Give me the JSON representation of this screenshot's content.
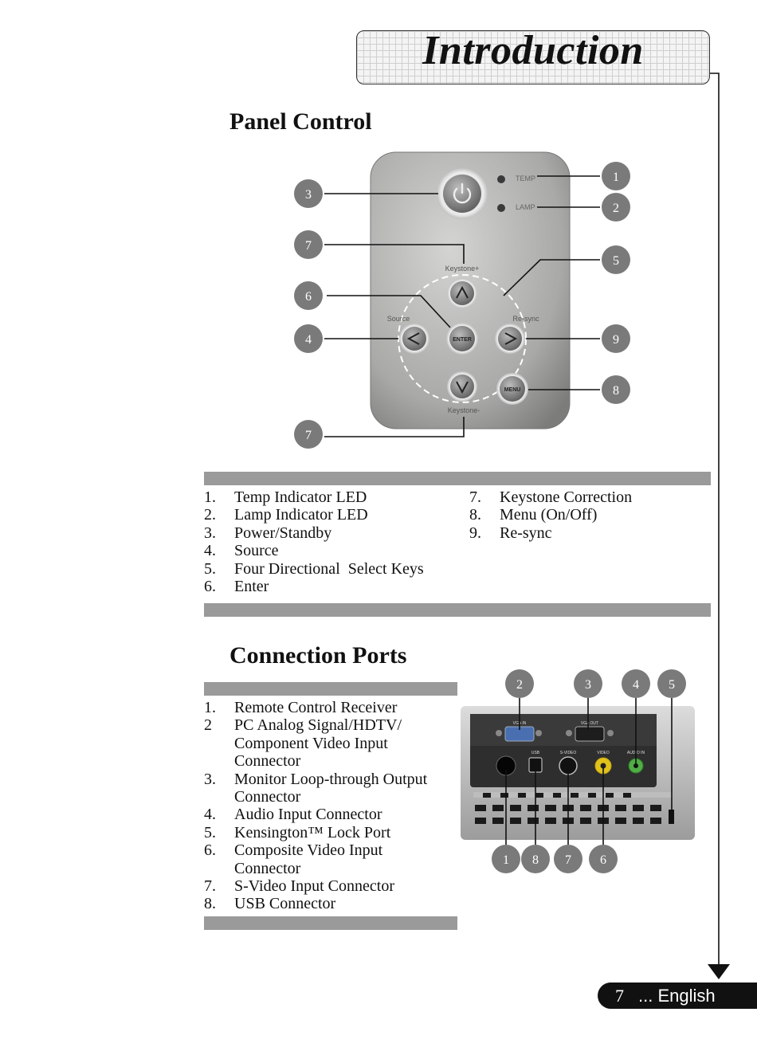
{
  "header": {
    "title": "Introduction"
  },
  "panel_control": {
    "title": "Panel Control",
    "panel_labels": {
      "temp": "TEMP",
      "lamp": "LAMP",
      "keystone_plus": "Keystone+",
      "keystone_minus": "Keystone-",
      "source": "Source",
      "resync": "Re-sync",
      "enter": "ENTER",
      "menu": "MENU"
    },
    "callouts": [
      "1",
      "2",
      "3",
      "7",
      "5",
      "6",
      "4",
      "9",
      "8",
      "7"
    ],
    "items_left": [
      {
        "num": "1.",
        "text": "Temp Indicator LED"
      },
      {
        "num": "2.",
        "text": "Lamp Indicator LED"
      },
      {
        "num": "3.",
        "text": "Power/Standby"
      },
      {
        "num": "4.",
        "text": "Source"
      },
      {
        "num": "5.",
        "text": "Four Directional  Select Keys"
      },
      {
        "num": "6.",
        "text": "Enter"
      }
    ],
    "items_right": [
      {
        "num": "7.",
        "text": "Keystone Correction"
      },
      {
        "num": "8.",
        "text": "Menu (On/Off)"
      },
      {
        "num": "9.",
        "text": "Re-sync"
      }
    ]
  },
  "connection_ports": {
    "title": "Connection Ports",
    "items": [
      {
        "num": "1.",
        "lines": [
          "Remote Control Receiver"
        ]
      },
      {
        "num": "2",
        "lines": [
          "PC Analog Signal/HDTV/",
          "Component Video Input",
          "Connector"
        ]
      },
      {
        "num": "3.",
        "lines": [
          "Monitor Loop-through Output",
          "Connector"
        ]
      },
      {
        "num": "4.",
        "lines": [
          "Audio Input Connector"
        ]
      },
      {
        "num": "5.",
        "lines": [
          "Kensington™ Lock Port"
        ]
      },
      {
        "num": "6.",
        "lines": [
          "Composite Video Input",
          "Connector"
        ]
      },
      {
        "num": "7.",
        "lines": [
          "S-Video Input Connector"
        ]
      },
      {
        "num": "8.",
        "lines": [
          "USB Connector"
        ]
      }
    ],
    "photo_labels": {
      "vga_in": "VGA IN",
      "vga_out": "VGA OUT",
      "usb": "USB",
      "svideo": "S-VIDEO",
      "video": "VIDEO",
      "audio_in": "AUDIO IN"
    },
    "callouts_top": [
      "2",
      "3",
      "4",
      "5"
    ],
    "callouts_bottom": [
      "1",
      "8",
      "7",
      "6"
    ]
  },
  "footer": {
    "page_number": "7",
    "language": "... English"
  }
}
